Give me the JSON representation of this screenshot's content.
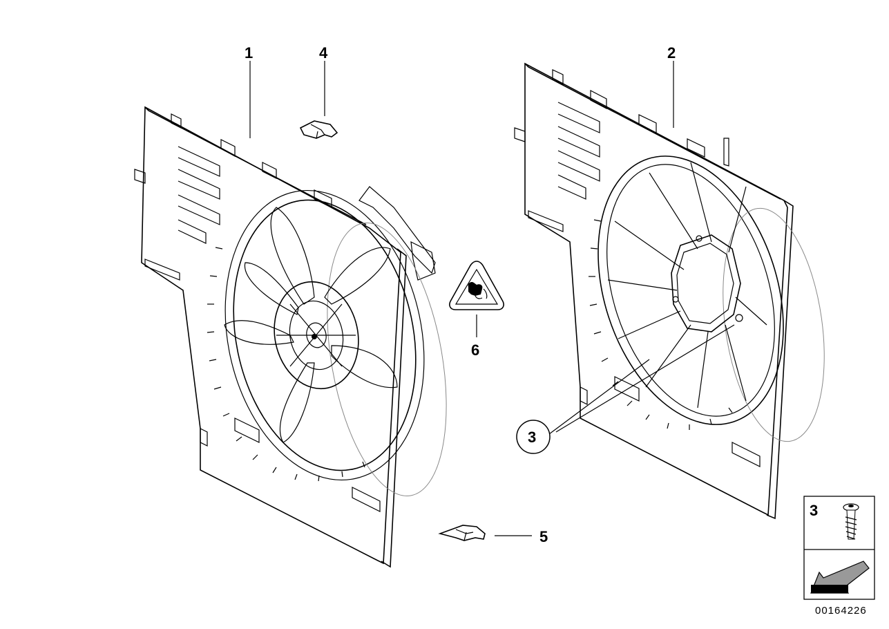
{
  "callouts": {
    "fan_shroud_1": "1",
    "fan_shroud_2": "2",
    "screw_3": "3",
    "clip_4": "4",
    "clip_5": "5",
    "warning_label_6": "6"
  },
  "legend": {
    "screw_number": "3"
  },
  "diagram_reference": "00164226",
  "colors": {
    "line": "#000000",
    "background": "#ffffff",
    "arrow_fill": "#999999"
  }
}
